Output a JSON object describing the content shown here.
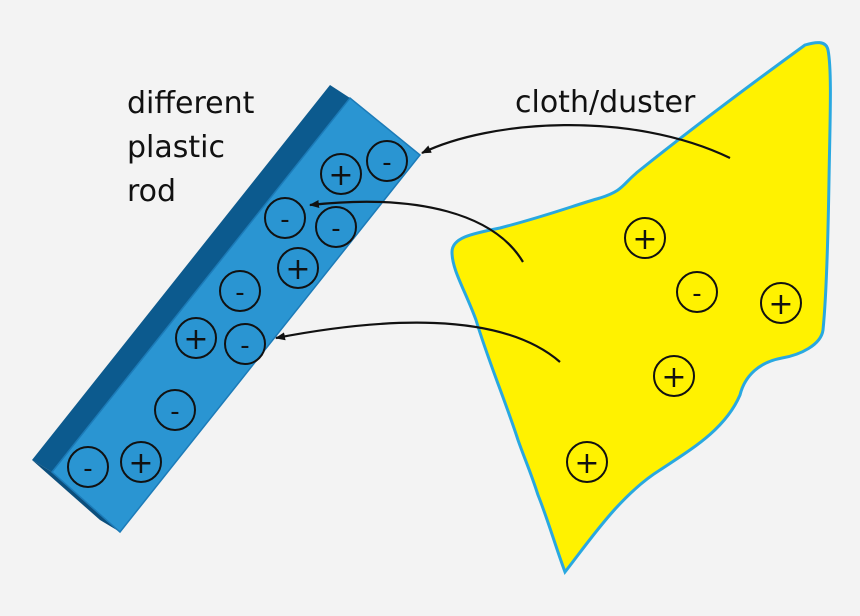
{
  "labels": {
    "rod_line1": "different",
    "rod_line2": "plastic",
    "rod_line3": "rod",
    "cloth": "cloth/duster"
  },
  "symbols": {
    "plus": "+",
    "minus": "-"
  },
  "colors": {
    "background": "#f3f3f3",
    "rod_face": "#2a95d2",
    "rod_dark": "#0c5a8e",
    "rod_edge": "#1c7bb8",
    "cloth_fill": "#fff200",
    "cloth_outline": "#29a8e0",
    "ink": "#111111"
  }
}
